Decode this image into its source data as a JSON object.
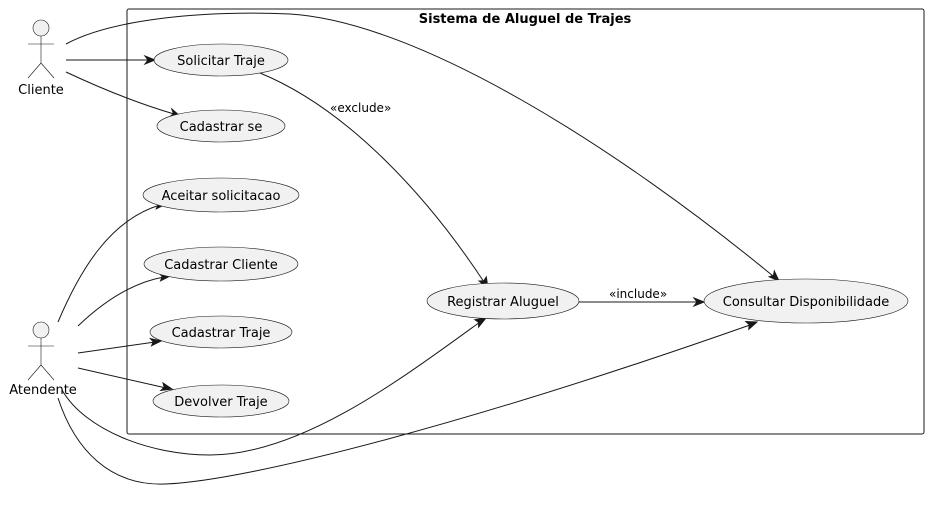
{
  "system": {
    "title": "Sistema de Aluguel de Trajes"
  },
  "actors": [
    {
      "id": "cliente",
      "label": "Cliente"
    },
    {
      "id": "atendente",
      "label": "Atendente"
    }
  ],
  "use_cases": [
    {
      "id": "solicitar-traje",
      "label": "Solicitar Traje"
    },
    {
      "id": "cadastrar-se",
      "label": "Cadastrar se"
    },
    {
      "id": "aceitar-solicitacao",
      "label": "Aceitar solicitacao"
    },
    {
      "id": "cadastrar-cliente",
      "label": "Cadastrar Cliente"
    },
    {
      "id": "cadastrar-traje",
      "label": "Cadastrar Traje"
    },
    {
      "id": "devolver-traje",
      "label": "Devolver Traje"
    },
    {
      "id": "registrar-aluguel",
      "label": "Registrar Aluguel"
    },
    {
      "id": "consultar-disponibilidade",
      "label": "Consultar Disponibilidade"
    }
  ],
  "relations": [
    {
      "from": "cliente",
      "to": "solicitar-traje",
      "label": ""
    },
    {
      "from": "cliente",
      "to": "cadastrar-se",
      "label": ""
    },
    {
      "from": "cliente",
      "to": "consultar-disponibilidade",
      "label": ""
    },
    {
      "from": "atendente",
      "to": "aceitar-solicitacao",
      "label": ""
    },
    {
      "from": "atendente",
      "to": "cadastrar-cliente",
      "label": ""
    },
    {
      "from": "atendente",
      "to": "cadastrar-traje",
      "label": ""
    },
    {
      "from": "atendente",
      "to": "devolver-traje",
      "label": ""
    },
    {
      "from": "atendente",
      "to": "registrar-aluguel",
      "label": ""
    },
    {
      "from": "atendente",
      "to": "consultar-disponibilidade",
      "label": ""
    },
    {
      "from": "solicitar-traje",
      "to": "registrar-aluguel",
      "label": "«exclude»"
    },
    {
      "from": "registrar-aluguel",
      "to": "consultar-disponibilidade",
      "label": "«include»"
    }
  ]
}
